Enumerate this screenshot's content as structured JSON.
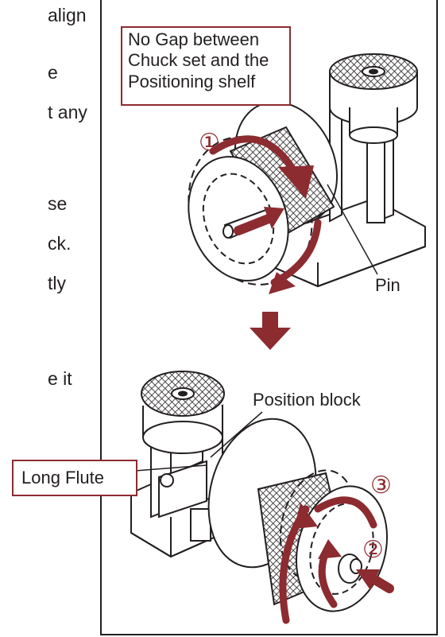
{
  "left_fragments": [
    "align",
    "e",
    "t any",
    "se",
    "ck.",
    "tly",
    "e it"
  ],
  "callout_top": {
    "line1": "No Gap between",
    "line2": "Chuck set and the",
    "line3": "Positioning shelf"
  },
  "labels": {
    "pin": "Pin",
    "position_block": "Position block",
    "long_flute": "Long Flute"
  },
  "steps": {
    "one": "①",
    "two": "②",
    "three": "③"
  },
  "colors": {
    "accent": "#8c2b30",
    "ink": "#231f20"
  }
}
